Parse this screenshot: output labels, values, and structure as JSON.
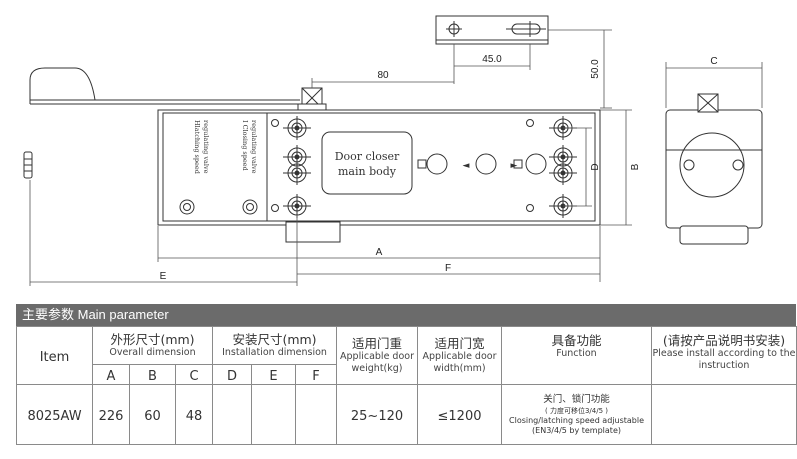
{
  "drawing": {
    "dimensions": {
      "dim_45": "45.0",
      "dim_80": "80",
      "dim_50": "50.0",
      "dim_a": "A",
      "dim_b": "B",
      "dim_c": "C",
      "dim_d": "D",
      "dim_e": "E",
      "dim_f": "F"
    },
    "labels": {
      "body_line1": "Door closer",
      "body_line2": "main body",
      "latching_valve": [
        "Hlatching speed",
        "regulating valve"
      ],
      "closing_valve": [
        "I Closing speed",
        "regulating valve"
      ],
      "marker_left": "◄",
      "marker_right": "►"
    }
  },
  "params": {
    "title": "主要参数 Main parameter",
    "headers": {
      "item": "Item",
      "overall_zh": "外形尺寸(mm)",
      "overall_en": "Overall dimension",
      "install_zh": "安装尺寸(mm)",
      "install_en": "Installation dimension",
      "weight_zh": "适用门重",
      "weight_en": "Applicable door weight(kg)",
      "width_zh": "适用门宽",
      "width_en": "Applicable door width(mm)",
      "function_zh": "具备功能",
      "function_en": "Function",
      "note_zh": "(请按产品说明书安装)",
      "note_en": "Please install according to the instruction"
    },
    "sub_headers": [
      "A",
      "B",
      "C",
      "D",
      "E",
      "F"
    ],
    "row": {
      "item": "8025AW",
      "a": "226",
      "b": "60",
      "c": "48",
      "d": "",
      "e": "",
      "f": "",
      "weight": "25~120",
      "width": "≤1200",
      "function_line1": "关门、锁门功能",
      "function_line2": "( 力度可移位3/4/5 )",
      "function_line3": "Closing/latching speed adjustable",
      "function_line4": "(EN3/4/5 by template)",
      "note": ""
    }
  }
}
